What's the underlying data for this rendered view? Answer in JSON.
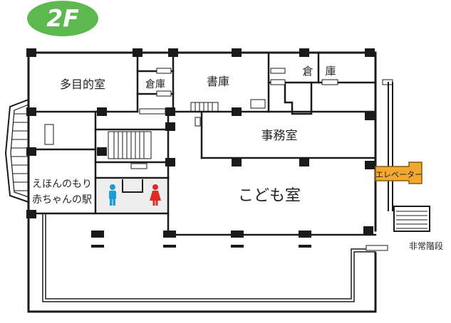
{
  "floor": {
    "label": "2F",
    "badge_color": "#5cb84f",
    "text_color": "#ffffff"
  },
  "rooms": {
    "multipurpose": "多目的室",
    "storage_small": "倉庫",
    "library_storage": "書庫",
    "storage_right_1": "倉",
    "storage_right_2": "庫",
    "office": "事務室",
    "ehon_line1": "えほんのもり",
    "ehon_line2": "赤ちゃんの駅",
    "kids_room": "こども室",
    "elevator": "エレベーター",
    "emergency_stairs": "非常階段"
  },
  "colors": {
    "wall": "#1a1a1a",
    "elevator_fill": "#f0a830",
    "toilet_male": "#1e9ad6",
    "toilet_female": "#e02a2a",
    "toilet_strip": "#e8e8e8"
  },
  "icons": [
    "male-toilet-icon",
    "female-toilet-icon"
  ]
}
